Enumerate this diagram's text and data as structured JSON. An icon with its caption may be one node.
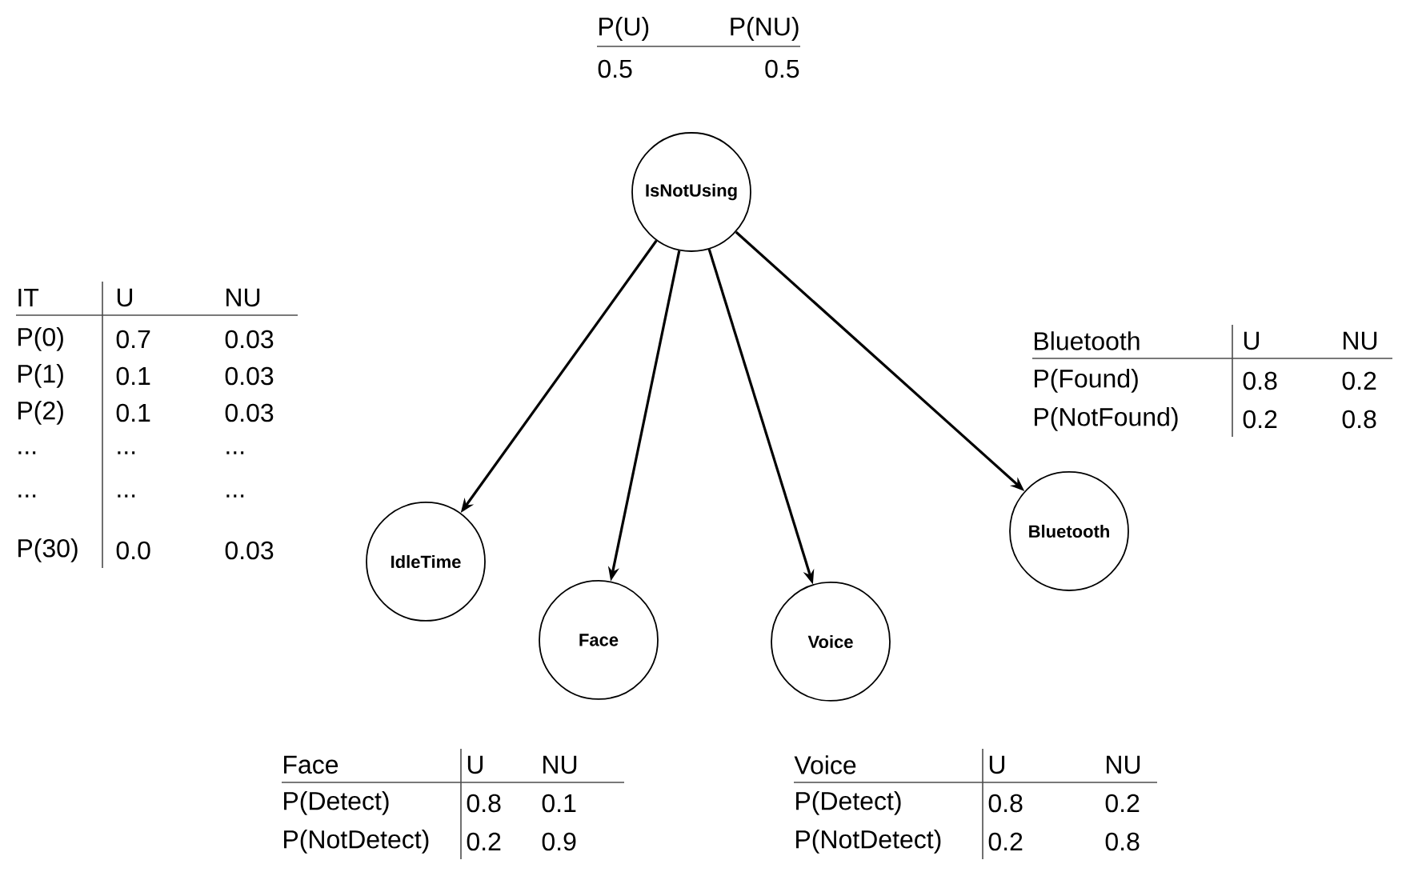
{
  "diagram": {
    "nodes": [
      {
        "text": [
          "IsNotUsing"
        ]
      },
      {
        "text": [
          "IdleTime"
        ]
      },
      {
        "text": [
          "Face"
        ]
      },
      {
        "text": [
          "Voice"
        ]
      },
      {
        "text": [
          "Bluetooth"
        ]
      }
    ],
    "edges": [
      {
        "from": 0,
        "to": 1,
        "arrow": "to"
      },
      {
        "from": 0,
        "to": 2,
        "arrow": "to"
      },
      {
        "from": 0,
        "to": 3,
        "arrow": "to"
      },
      {
        "from": 0,
        "to": 4,
        "arrow": "to"
      }
    ],
    "labels": [
      "P(U)",
      "P(NU)",
      "0.5",
      "0.5",
      "IT",
      "U",
      "NU",
      "P(0)",
      "0.7",
      "0.03",
      "P(1)",
      "0.1",
      "0.03",
      "P(2)",
      "0.1",
      "0.03",
      "...",
      "...",
      "...",
      "...",
      "...",
      "...",
      "P(30)",
      "0.0",
      "0.03",
      "Bluetooth",
      "U",
      "NU",
      "P(Found)",
      "0.8",
      "0.2",
      "P(NotFound)",
      "0.2",
      "0.8",
      "Face",
      "U",
      "NU",
      "P(Detect)",
      "0.8",
      "0.1",
      "P(NotDetect)",
      "0.2",
      "0.9",
      "Voice",
      "U",
      "NU",
      "P(Detect)",
      "0.8",
      "0.2",
      "P(NotDetect)",
      "0.2",
      "0.8"
    ]
  }
}
